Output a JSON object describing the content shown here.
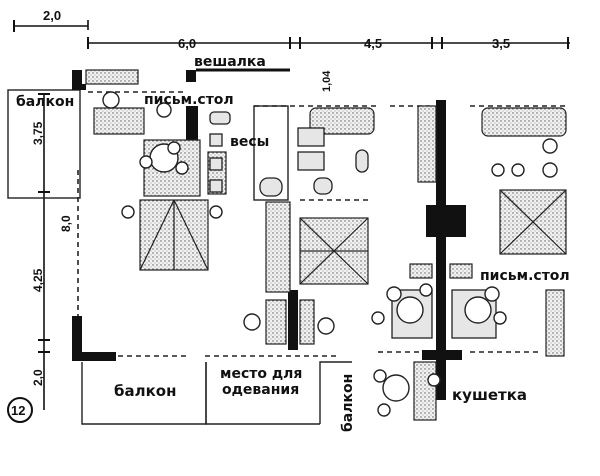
{
  "labels": {
    "balcony_top_left": "балкон",
    "desk_1": "письм.стол",
    "hanger": "вешалка",
    "scales": "весы",
    "balcony_bottom": "балкон",
    "dressing_place_line1": "место для",
    "dressing_place_line2": "одевания",
    "balcony_vertical": "балкон",
    "desk_2": "письм.стол",
    "couch": "кушетка"
  },
  "dimensions": {
    "d_2_0_top": "2,0",
    "d_6_0": "6,0",
    "d_4_5": "4,5",
    "d_3_5": "3,5",
    "d_1_04": "1,04",
    "d_3_75": "3,75",
    "d_8_0": "8,0",
    "d_4_25": "4,25",
    "d_2_0_left": "2,0"
  },
  "figure_number": "12"
}
